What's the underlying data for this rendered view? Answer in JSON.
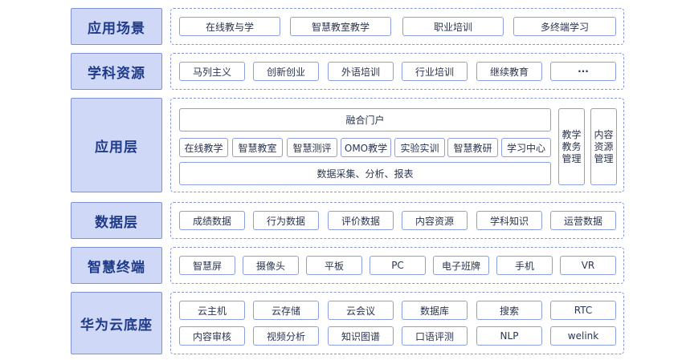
{
  "rows": [
    {
      "label": "应用场景",
      "items": [
        "在线教与学",
        "智慧教室教学",
        "职业培训",
        "多终端学习"
      ]
    },
    {
      "label": "学科资源",
      "items": [
        "马列主义",
        "创新创业",
        "外语培训",
        "行业培训",
        "继续教育",
        "···"
      ]
    },
    {
      "label": "应用层",
      "portal": "融合门户",
      "items": [
        "在线教学",
        "智慧教室",
        "智慧测评",
        "OMO教学",
        "实验实训",
        "智慧教研",
        "学习中心"
      ],
      "bottom": "数据采集、分析、报表",
      "side": [
        "教学教务管理",
        "内容资源管理"
      ]
    },
    {
      "label": "数据层",
      "items": [
        "成绩数据",
        "行为数据",
        "评价数据",
        "内容资源",
        "学科知识",
        "运营数据"
      ]
    },
    {
      "label": "智慧终端",
      "items": [
        "智慧屏",
        "摄像头",
        "平板",
        "PC",
        "电子班牌",
        "手机",
        "VR"
      ]
    },
    {
      "label": "华为云底座",
      "items": [
        "云主机",
        "云存储",
        "云会议",
        "数据库",
        "搜索",
        "RTC"
      ],
      "items2": [
        "内容审核",
        "视频分析",
        "知识图谱",
        "口语评测",
        "NLP",
        "welink"
      ]
    }
  ]
}
